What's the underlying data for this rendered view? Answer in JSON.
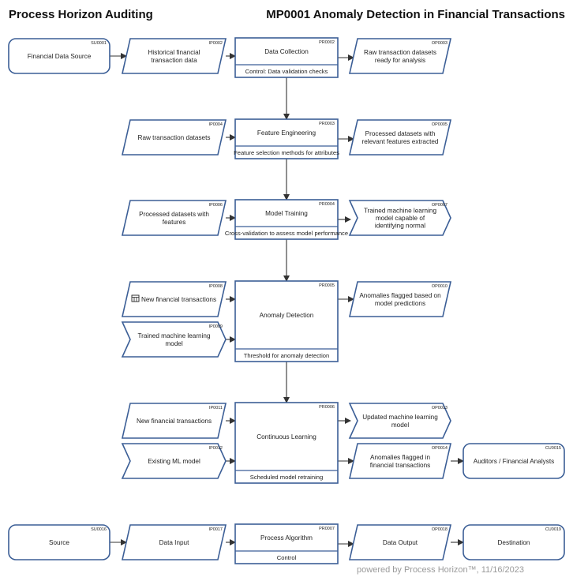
{
  "header": {
    "left_title": "Process Horizon Auditing",
    "right_title": "MP0001 Anomaly Detection in Financial Transactions"
  },
  "footer": {
    "powered_by": "powered by Process Horizon™, 11/16/2023"
  },
  "colors": {
    "stroke": "#3b5e96",
    "text": "#222222",
    "footer": "#9a9a9a"
  },
  "nodes": [
    {
      "id": "n1",
      "shape": "source",
      "code": "SU0001",
      "lines": [
        "Financial Data Source"
      ]
    },
    {
      "id": "n2",
      "shape": "input",
      "code": "IP0002",
      "lines": [
        "Historical financial",
        "transaction data"
      ]
    },
    {
      "id": "n3",
      "shape": "process",
      "code": "PR0002",
      "lines": [
        "Data Collection"
      ],
      "control": [
        "Control: Data validation checks"
      ]
    },
    {
      "id": "n4",
      "shape": "output",
      "code": "OP0003",
      "lines": [
        "Raw transaction datasets",
        "ready for analysis"
      ]
    },
    {
      "id": "n5",
      "shape": "input",
      "code": "IP0004",
      "lines": [
        "Raw transaction datasets"
      ]
    },
    {
      "id": "n6",
      "shape": "process",
      "code": "PR0003",
      "lines": [
        "Feature Engineering"
      ],
      "control": [
        "Feature selection methods for attributes"
      ]
    },
    {
      "id": "n7",
      "shape": "output",
      "code": "OP0005",
      "lines": [
        "Processed datasets with",
        "relevant features extracted"
      ]
    },
    {
      "id": "n8",
      "shape": "input",
      "code": "IP0006",
      "lines": [
        "Processed datasets with",
        "features"
      ]
    },
    {
      "id": "n9",
      "shape": "process",
      "code": "PR0004",
      "lines": [
        "Model Training"
      ],
      "control": [
        "Cross-validation to assess model performance"
      ]
    },
    {
      "id": "n10",
      "shape": "model",
      "code": "OP0007",
      "lines": [
        "Trained machine learning",
        "model capable of",
        "identifying normal"
      ]
    },
    {
      "id": "n11",
      "shape": "input",
      "code": "IP0008",
      "lines": [
        "New financial transactions"
      ],
      "icon": "table-icon"
    },
    {
      "id": "n12",
      "shape": "model",
      "code": "IP0009",
      "lines": [
        "Trained machine learning",
        "model"
      ]
    },
    {
      "id": "n13",
      "shape": "process",
      "code": "PR0005",
      "lines": [
        "Anomaly Detection"
      ],
      "control": [
        "Threshold for anomaly detection"
      ]
    },
    {
      "id": "n14",
      "shape": "output",
      "code": "OP0010",
      "lines": [
        "Anomalies flagged based on",
        "model predictions"
      ]
    },
    {
      "id": "n15",
      "shape": "input",
      "code": "IP0011",
      "lines": [
        "New financial transactions"
      ]
    },
    {
      "id": "n16",
      "shape": "model",
      "code": "IP0012",
      "lines": [
        "Existing ML model"
      ]
    },
    {
      "id": "n17",
      "shape": "process",
      "code": "PR0006",
      "lines": [
        "Continuous Learning"
      ],
      "control": [
        "Scheduled model retraining"
      ]
    },
    {
      "id": "n18",
      "shape": "model",
      "code": "OP0013",
      "lines": [
        "Updated machine learning",
        "model"
      ]
    },
    {
      "id": "n19",
      "shape": "output",
      "code": "OP0014",
      "lines": [
        "Anomalies flagged in",
        "financial transactions"
      ]
    },
    {
      "id": "n20",
      "shape": "source",
      "code": "CU0015",
      "lines": [
        "Auditors / Financial Analysts"
      ]
    },
    {
      "id": "n21",
      "shape": "source",
      "code": "SU0016",
      "lines": [
        "Source"
      ]
    },
    {
      "id": "n22",
      "shape": "input",
      "code": "IP0017",
      "lines": [
        "Data Input"
      ]
    },
    {
      "id": "n23",
      "shape": "process",
      "code": "PR0007",
      "lines": [
        "Process Algorithm"
      ],
      "control": [
        "Control"
      ]
    },
    {
      "id": "n24",
      "shape": "output",
      "code": "OP0018",
      "lines": [
        "Data Output"
      ]
    },
    {
      "id": "n25",
      "shape": "source",
      "code": "CU0019",
      "lines": [
        "Destination"
      ]
    }
  ],
  "edges": [
    [
      "n1",
      "n2"
    ],
    [
      "n2",
      "n3"
    ],
    [
      "n3",
      "n4"
    ],
    [
      "n3",
      "n6"
    ],
    [
      "n5",
      "n6"
    ],
    [
      "n6",
      "n7"
    ],
    [
      "n6",
      "n9"
    ],
    [
      "n8",
      "n9"
    ],
    [
      "n9",
      "n10"
    ],
    [
      "n9",
      "n13"
    ],
    [
      "n11",
      "n13"
    ],
    [
      "n12",
      "n13"
    ],
    [
      "n13",
      "n14"
    ],
    [
      "n13",
      "n17"
    ],
    [
      "n15",
      "n17"
    ],
    [
      "n16",
      "n17"
    ],
    [
      "n17",
      "n18"
    ],
    [
      "n17",
      "n19"
    ],
    [
      "n19",
      "n20"
    ],
    [
      "n21",
      "n22"
    ],
    [
      "n22",
      "n23"
    ],
    [
      "n23",
      "n24"
    ],
    [
      "n24",
      "n25"
    ]
  ]
}
